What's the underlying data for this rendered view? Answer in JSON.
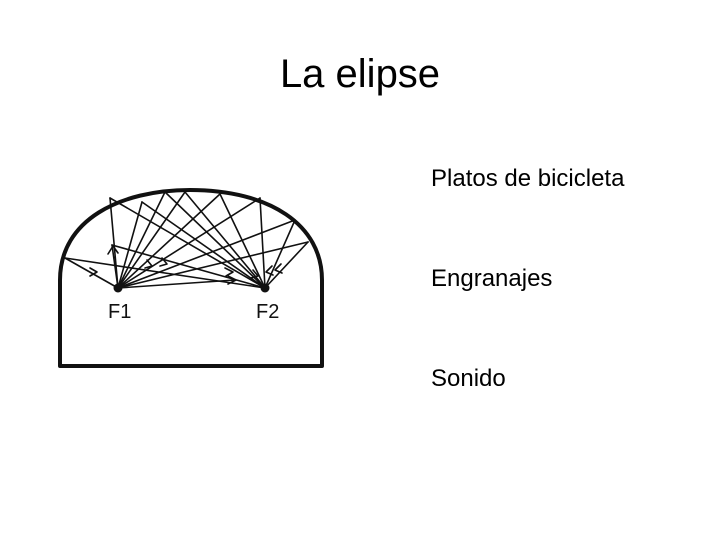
{
  "slide": {
    "title": "La elipse",
    "bullets": [
      "Platos de bicicleta",
      "Engranajes",
      "Sonido"
    ]
  },
  "diagram": {
    "focus_labels": [
      "F1",
      "F2"
    ],
    "ink_color": "#111111"
  }
}
